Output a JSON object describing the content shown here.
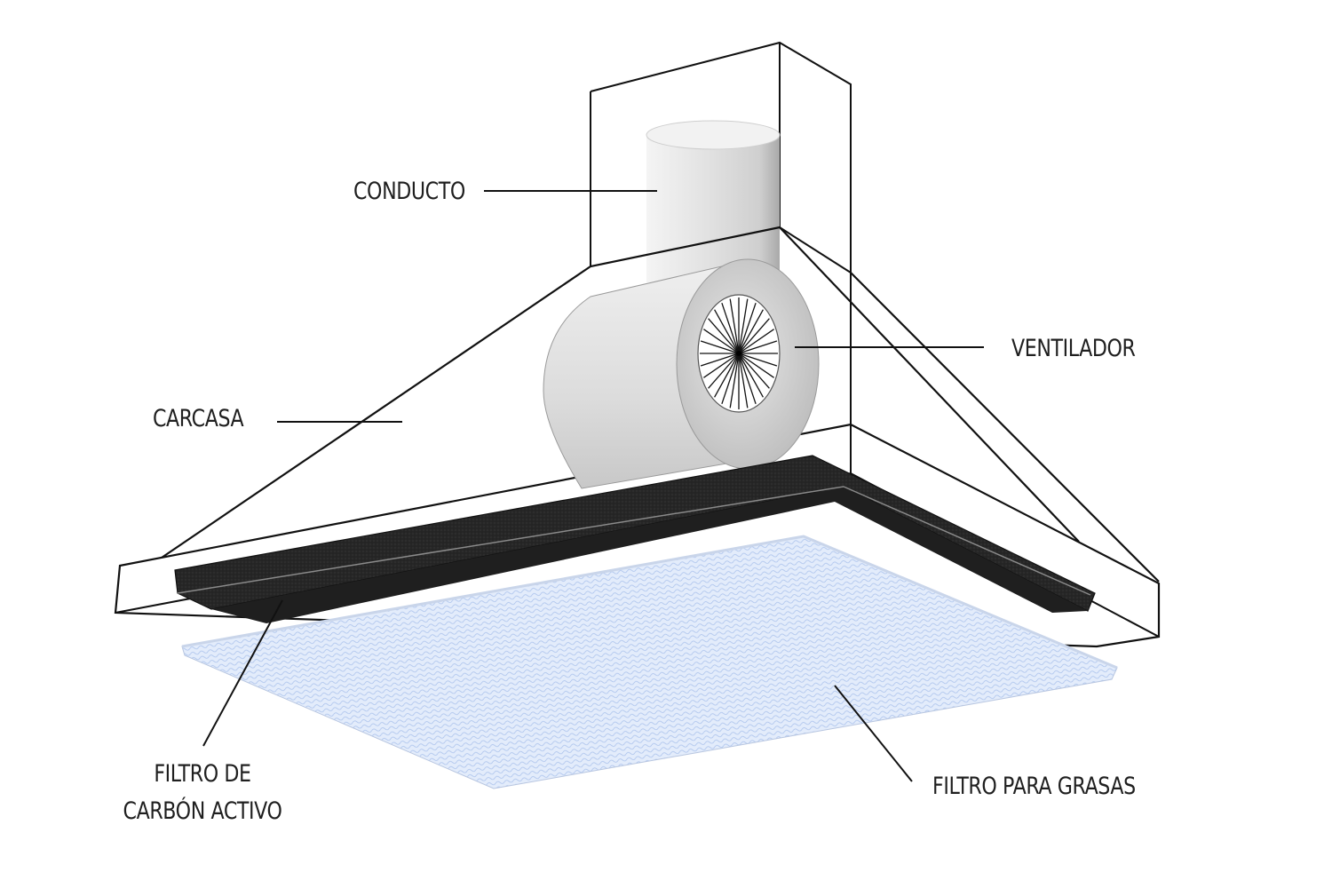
{
  "labels": {
    "conducto": "CONDUCTO",
    "ventilador": "VENTILADOR",
    "carcasa": "CARCASA",
    "filtro_carbon_line1": "FILTRO DE",
    "filtro_carbon_line2": "CARBÓN ACTIVO",
    "filtro_grasas": "FILTRO PARA GRASAS"
  },
  "colors": {
    "outline": "#111111",
    "duct_fill": "#e6e6e6",
    "carbon_filter": "#2a2a2a",
    "grease_filter": "#dbe7fb"
  },
  "fan_blade_count": 28
}
